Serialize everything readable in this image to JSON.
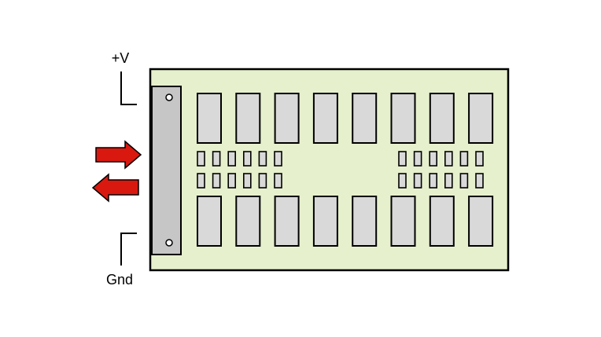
{
  "labels": {
    "power": "+V",
    "ground": "Gnd"
  },
  "colors": {
    "board": "#e6f0cd",
    "chip": "#d9d9d9",
    "connector": "#c6c6c6",
    "arrow": "#d9190f"
  },
  "board": {
    "chips_top_count": 8,
    "chips_bottom_count": 8,
    "small_left_cols": 6,
    "small_right_cols": 6,
    "small_rows": 2
  },
  "icons": {
    "in_arrow": "right-arrow-icon",
    "out_arrow": "left-arrow-icon",
    "hole": "mounting-hole-icon"
  }
}
